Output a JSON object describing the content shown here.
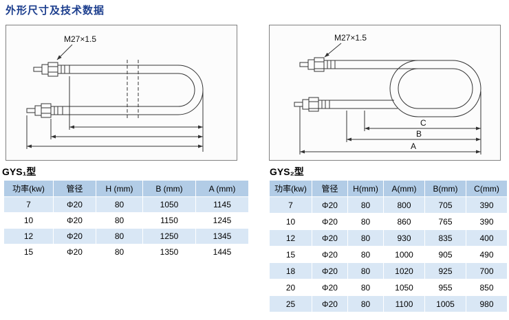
{
  "page": {
    "title": "外形尺寸及技术数据"
  },
  "colors": {
    "title": "#1d3f8e",
    "table_header_bg": "#b2cce6",
    "table_row_alt_bg": "#d9e7f5",
    "drawing_line": "#333333"
  },
  "left": {
    "model_label": "GYS₁型",
    "diagram": {
      "thread_label": "M27×1.5"
    },
    "table": {
      "headers": [
        "功率(kw)",
        "管径",
        "H (mm)",
        "B (mm)",
        "A (mm)"
      ],
      "rows": [
        [
          "7",
          "Φ20",
          "80",
          "1050",
          "1145"
        ],
        [
          "10",
          "Φ20",
          "80",
          "1150",
          "1245"
        ],
        [
          "12",
          "Φ20",
          "80",
          "1250",
          "1345"
        ],
        [
          "15",
          "Φ20",
          "80",
          "1350",
          "1445"
        ]
      ]
    }
  },
  "right": {
    "model_label": "GYS₂型",
    "diagram": {
      "thread_label": "M27×1.5",
      "dim_a": "A",
      "dim_b": "B",
      "dim_c": "C"
    },
    "table": {
      "headers": [
        "功率(kw)",
        "管径",
        "H(mm)",
        "A(mm)",
        "B(mm)",
        "C(mm)"
      ],
      "rows": [
        [
          "7",
          "Φ20",
          "80",
          "800",
          "705",
          "390"
        ],
        [
          "10",
          "Φ20",
          "80",
          "860",
          "765",
          "390"
        ],
        [
          "12",
          "Φ20",
          "80",
          "930",
          "835",
          "400"
        ],
        [
          "15",
          "Φ20",
          "80",
          "1000",
          "905",
          "490"
        ],
        [
          "18",
          "Φ20",
          "80",
          "1020",
          "925",
          "700"
        ],
        [
          "20",
          "Φ20",
          "80",
          "1050",
          "955",
          "850"
        ],
        [
          "25",
          "Φ20",
          "80",
          "1100",
          "1005",
          "980"
        ]
      ]
    }
  }
}
